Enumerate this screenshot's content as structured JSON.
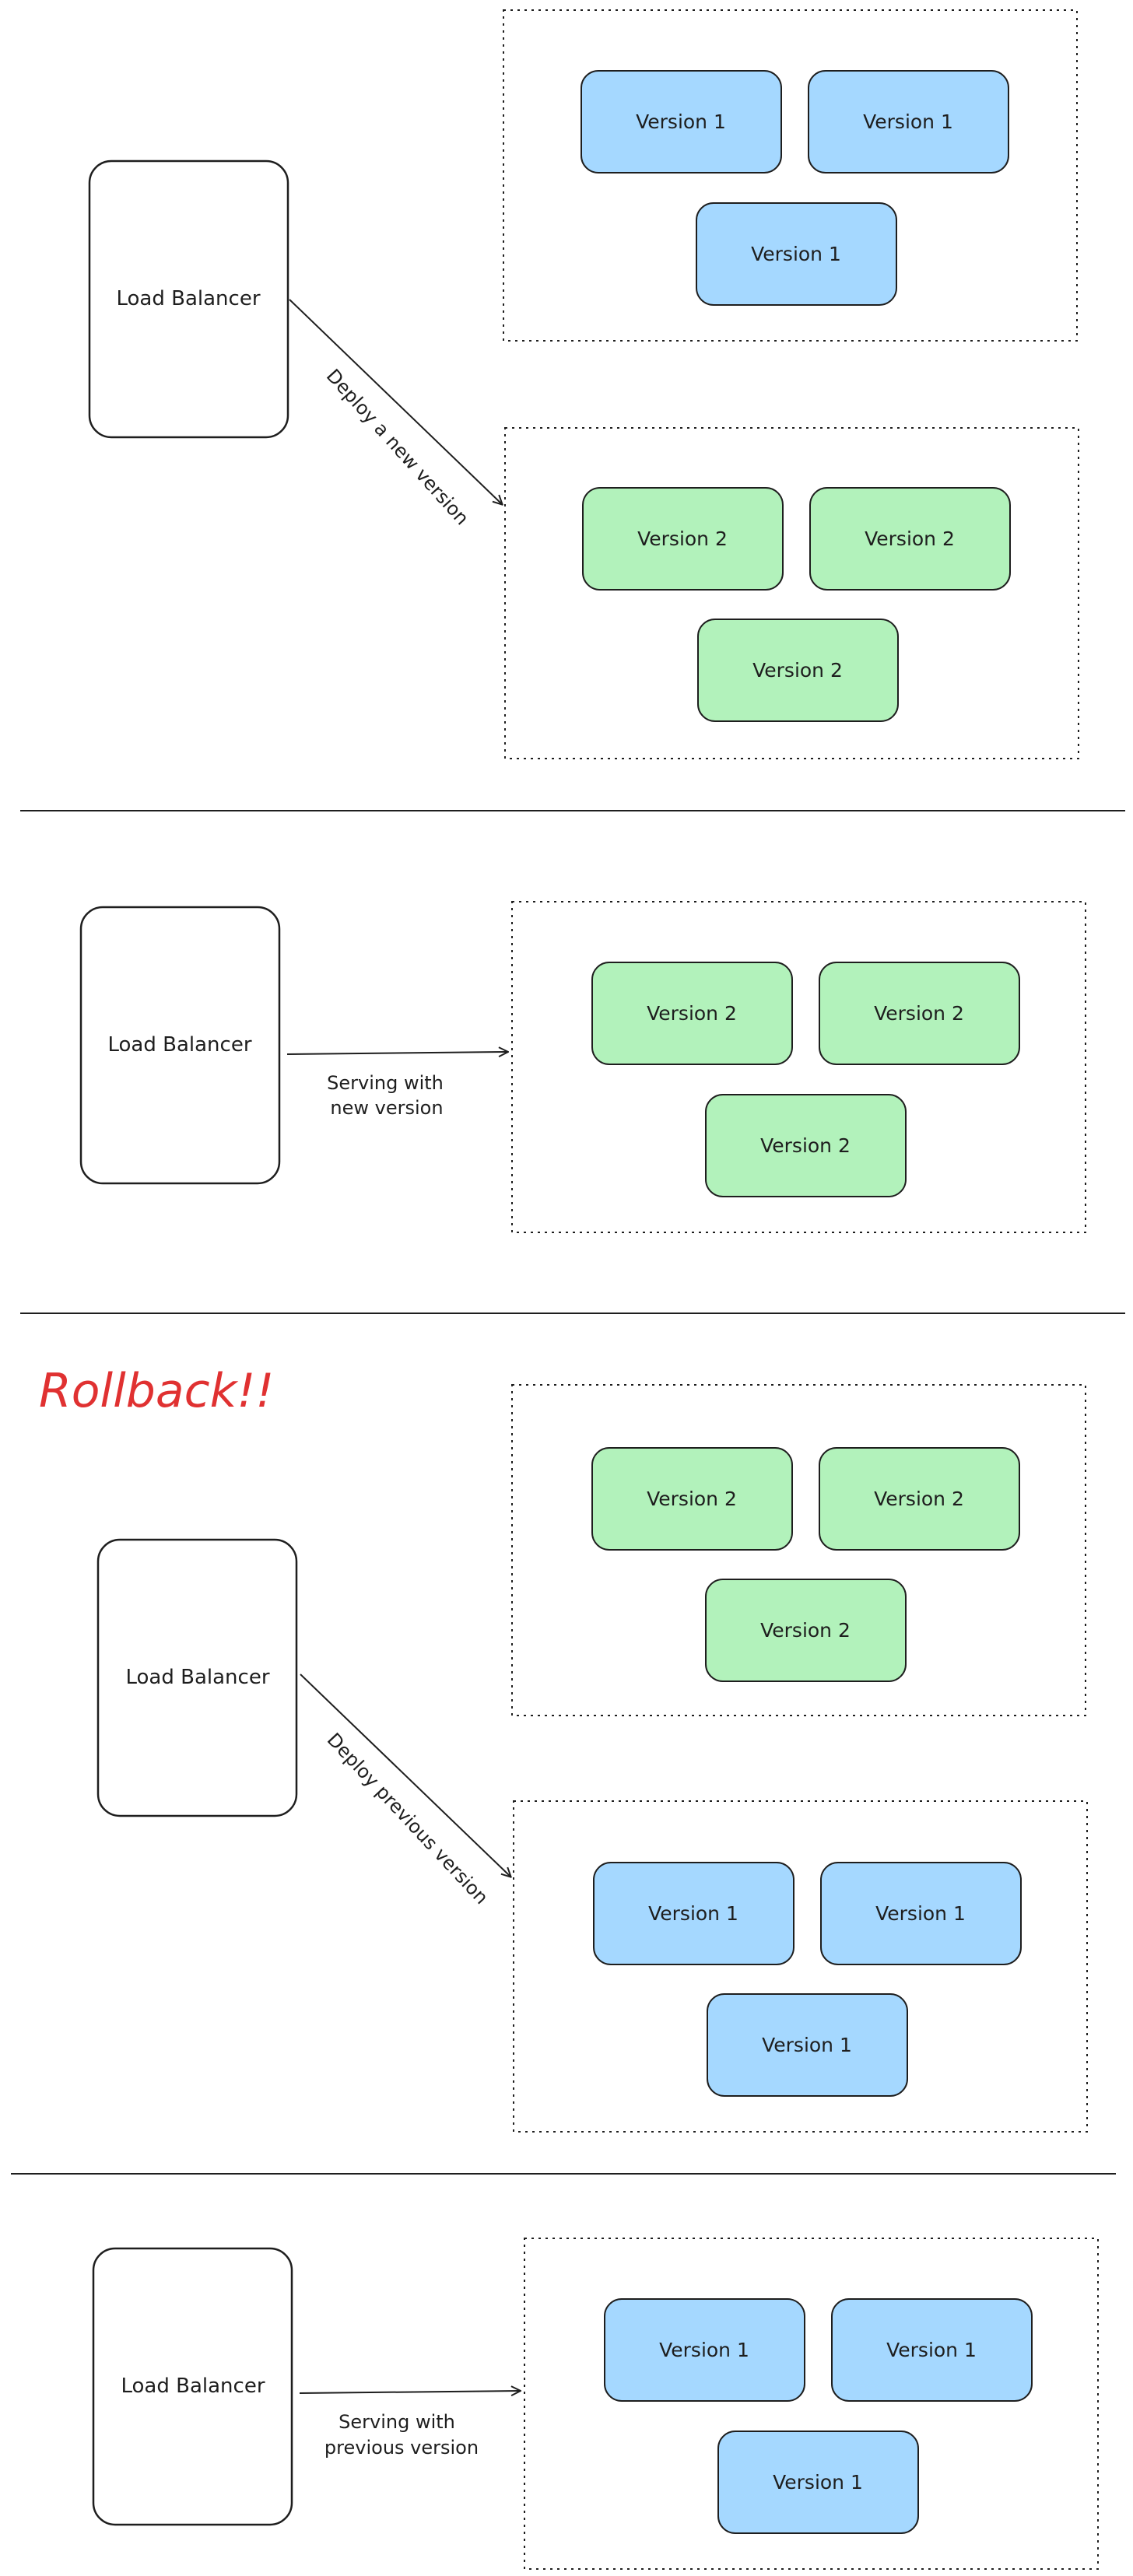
{
  "colors": {
    "stroke": "#1e1e1e",
    "version1_fill": "#a5d8ff",
    "version2_fill": "#b2f2bb",
    "accent_red": "#e03131",
    "background": "#ffffff"
  },
  "diagram": {
    "rollback_title": "Rollback!!",
    "sections": [
      {
        "load_balancer": "Load Balancer",
        "edge_label": [
          "Deploy a new version"
        ],
        "groups": [
          {
            "nodes": [
              "Version 1",
              "Version 1",
              "Version 1"
            ],
            "version": 1
          },
          {
            "nodes": [
              "Version 2",
              "Version 2",
              "Version 2"
            ],
            "version": 2
          }
        ]
      },
      {
        "load_balancer": "Load Balancer",
        "edge_label": [
          "Serving with",
          "new version"
        ],
        "groups": [
          {
            "nodes": [
              "Version 2",
              "Version 2",
              "Version 2"
            ],
            "version": 2
          }
        ]
      },
      {
        "load_balancer": "Load Balancer",
        "edge_label": [
          "Deploy previous version"
        ],
        "groups": [
          {
            "nodes": [
              "Version 2",
              "Version 2",
              "Version 2"
            ],
            "version": 2
          },
          {
            "nodes": [
              "Version 1",
              "Version 1",
              "Version 1"
            ],
            "version": 1
          }
        ]
      },
      {
        "load_balancer": "Load Balancer",
        "edge_label": [
          "Serving with",
          "previous version"
        ],
        "groups": [
          {
            "nodes": [
              "Version 1",
              "Version 1",
              "Version 1"
            ],
            "version": 1
          }
        ]
      }
    ]
  }
}
